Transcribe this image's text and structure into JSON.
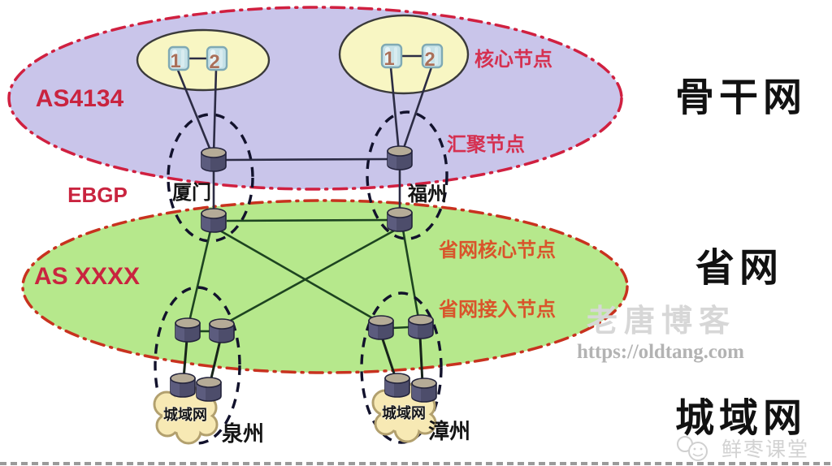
{
  "backbone": {
    "as_label": "AS4134",
    "zone_label": "骨干网",
    "core_node_label": "核心节点",
    "agg_node_label": "汇聚节点",
    "core_routers": {
      "left_1": "1",
      "left_2": "2",
      "right_1": "1",
      "right_2": "2"
    }
  },
  "provincial": {
    "as_label": "AS XXXX",
    "zone_label": "省网",
    "core_node_label": "省网核心节点",
    "access_node_label": "省网接入节点"
  },
  "metro": {
    "zone_label": "城域网",
    "cloud_left_label": "城域网",
    "cloud_right_label": "城域网"
  },
  "ebgp_label": "EBGP",
  "cities": {
    "xiamen": "厦门",
    "fuzhou": "福州",
    "quanzhou": "泉州",
    "zhangzhou": "漳州"
  },
  "watermarks": {
    "site_name": "老唐博客",
    "site_url": "https://oldtang.com",
    "brand_name": "鲜枣课堂"
  },
  "colors": {
    "backbone_fill": "#c9c5ea",
    "provincial_fill": "#b6e88c",
    "core_group_fill": "#f8f6c3",
    "metro_cloud_fill": "#f7e9b4",
    "boundary_red": "#d02040",
    "label_red": "#c9243f",
    "label_orange_red": "#d9542b",
    "dashed_group_black": "#12122c",
    "router_body": "#4d4d6b",
    "router_top": "#b5ab97",
    "core_cube_fill": "#c6e2e8"
  }
}
